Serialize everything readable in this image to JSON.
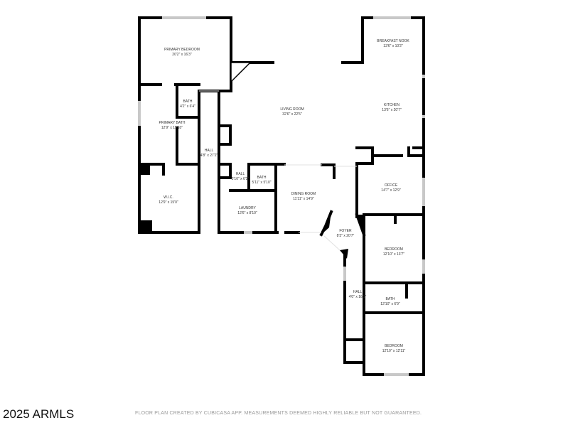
{
  "rooms": [
    {
      "name": "PRIMARY BEDROOM",
      "size": "20'2\" x 16'3\""
    },
    {
      "name": "BATH",
      "size": "4'2\" x 6'4\""
    },
    {
      "name": "PRIMARY BATH",
      "size": "12'9\" x 19'10\""
    },
    {
      "name": "W.I.C.",
      "size": "12'9\" x 15'0\""
    },
    {
      "name": "HALL",
      "size": "4'8\" x 27'2\""
    },
    {
      "name": "HALL",
      "size": "3'10\" x 6'2\""
    },
    {
      "name": "BATH",
      "size": "5'11\" x 5'10\""
    },
    {
      "name": "LAUNDRY",
      "size": "12'6\" x 8'10\""
    },
    {
      "name": "LIVING ROOM",
      "size": "32'6\" x 22'5\""
    },
    {
      "name": "DINING ROOM",
      "size": "11'11\" x 14'9\""
    },
    {
      "name": "BREAKFAST NOOK",
      "size": "13'6\" x 10'2\""
    },
    {
      "name": "KITCHEN",
      "size": "13'6\" x 20'7\""
    },
    {
      "name": "OFFICE",
      "size": "14'7\" x 12'9\""
    },
    {
      "name": "FOYER",
      "size": "8'3\" x 20'7\""
    },
    {
      "name": "BEDROOM",
      "size": "12'10\" x 13'7\""
    },
    {
      "name": "HALL",
      "size": "4'0\" x 16'1\""
    },
    {
      "name": "BATH",
      "size": "12'10\" x 6'9\""
    },
    {
      "name": "BEDROOM",
      "size": "12'10\" x 12'11\""
    }
  ],
  "footer": {
    "brand": "2025 ARMLS",
    "disclaimer": "FLOOR PLAN CREATED BY CUBICASA APP. MEASUREMENTS DEEMED HIGHLY RELIABLE BUT NOT GUARANTEED."
  }
}
